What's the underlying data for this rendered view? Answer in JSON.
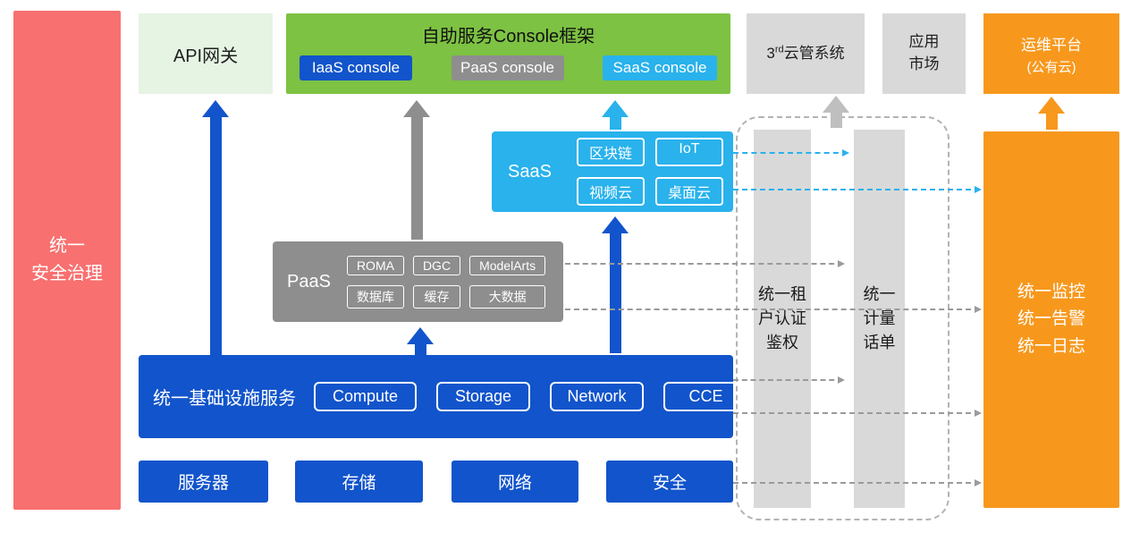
{
  "colors": {
    "blue": "#1254cb",
    "cyan": "#29b2ec",
    "gray": "#8e8e8e",
    "mid_gray": "#bfbfbf",
    "dot_gray": "#9a9a9a",
    "light_gray": "#d9d9d9",
    "green": "#7dc242",
    "light_green": "#e6f4e3",
    "red": "#f87070",
    "orange": "#f7981d",
    "dash_border": "#b3b3b3"
  },
  "security_bar": {
    "label": "统一\n安全治理"
  },
  "api_gateway": {
    "label": "API网关"
  },
  "console_frame": {
    "title": "自助服务Console框架",
    "consoles": [
      {
        "label": "IaaS console",
        "color": "#1254cb"
      },
      {
        "label": "PaaS console",
        "color": "#8e8e8e"
      },
      {
        "label": "SaaS console",
        "color": "#29b2ec"
      }
    ]
  },
  "third_party_cloud": {
    "base": "3",
    "sup": "rd",
    "rest": "云管系统"
  },
  "app_market": {
    "label": "应用\n市场"
  },
  "om_platform": {
    "line1": "运维平台",
    "line2": "(公有云)"
  },
  "saas": {
    "label": "SaaS",
    "chips": [
      "区块链",
      "IoT",
      "视频云",
      "桌面云"
    ]
  },
  "paas": {
    "label": "PaaS",
    "chips": [
      "ROMA",
      "DGC",
      "ModelArts",
      "数据库",
      "缓存",
      "大数据"
    ]
  },
  "infrastructure": {
    "label": "统一基础设施服务",
    "chips": [
      "Compute",
      "Storage",
      "Network",
      "CCE"
    ]
  },
  "resource_boxes": [
    "服务器",
    "存储",
    "网络",
    "安全"
  ],
  "auth_bar": {
    "label": "统一租\n户认证\n鉴权"
  },
  "metering_bar": {
    "label": "统一\n计量\n话单"
  },
  "monitoring": {
    "label": "统一监控\n统一告警\n统一日志"
  }
}
